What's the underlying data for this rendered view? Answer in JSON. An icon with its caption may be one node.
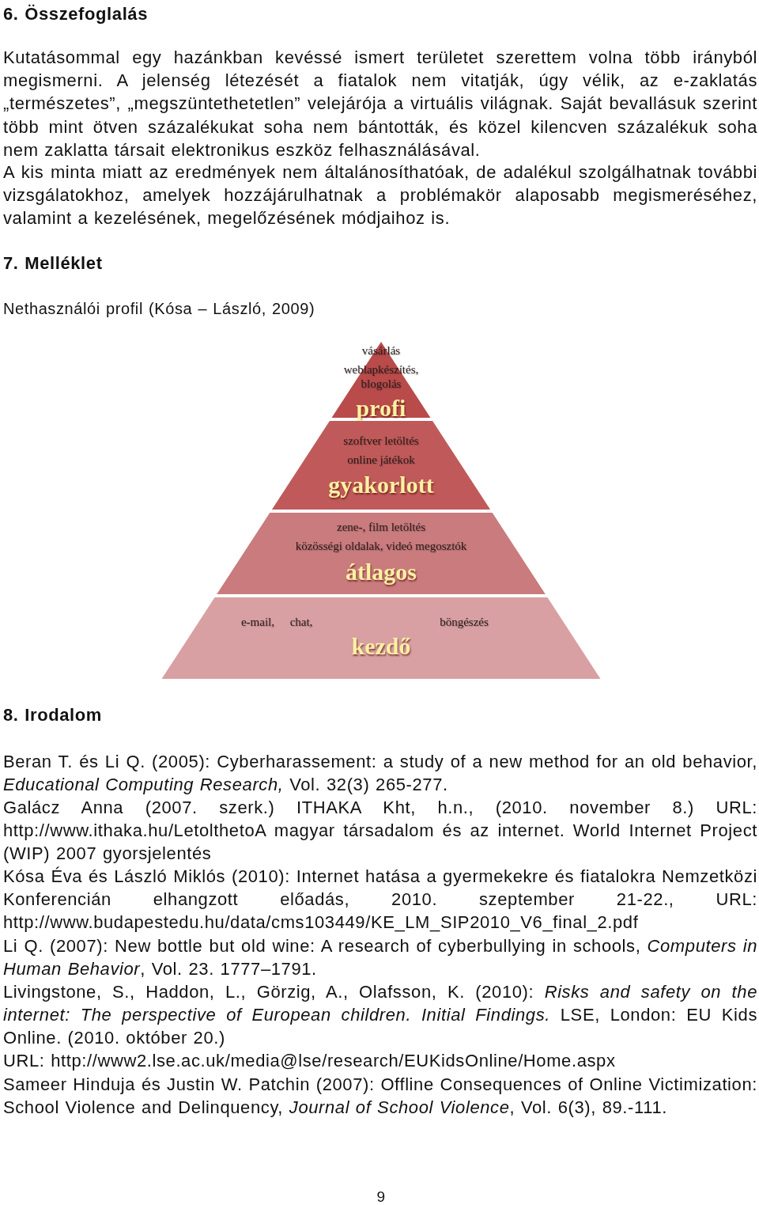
{
  "diagram": {
    "nodes": [
      {
        "text": [
          "vásárlás",
          "weblapkészítés, blogolás",
          "profi"
        ]
      },
      {
        "text": [
          "szoftver letöltés",
          "online játékok",
          "gyakorlott"
        ]
      },
      {
        "text": [
          "zene-, film letöltés",
          "közösségi oldalak, videó megosztók",
          "átlagos"
        ]
      },
      {
        "text": [
          "e-mail,",
          "chat,",
          "böngészés",
          "kezdő"
        ]
      }
    ],
    "edges": [],
    "labels": [
      "6. Összefoglalás",
      "Kutatásommal egy hazánkban kevéssé ismert területet szerettem volna több irányból megismerni. A jelenség létezését a fiatalok nem vitatják, úgy vélik, az e-zaklatás „természetes”, „megszüntethetetlen” velejárója a virtuális világnak. Saját bevallásuk szerint több mint ötven százalékukat soha nem bántották, és közel kilencven százalékuk soha nem zaklatta társait elektronikus eszköz felhasználásával.",
      "A kis minta miatt az eredmények nem általánosíthatóak, de adalékul szolgálhatnak további vizsgálatokhoz, amelyek hozzájárulhatnak a problémakör alaposabb megismeréséhez, valamint a kezelésének, megelőzésének módjaihoz is.",
      "7. Melléklet",
      "Nethasználói profil (Kósa – László, 2009)",
      "8. Irodalom",
      "Beran T. és Li Q. (2005): Cyberharassement: a study of a new method for an old behavior, *Educational Computing Research,* Vol. 32(3) 265-277.",
      "Galácz Anna (2007. szerk.) ITHAKA Kht, h.n., (2010. november 8.) URL: http://www.ithaka.hu/LetolthetoA magyar társadalom és az internet. World Internet Project (WIP) 2007 gyorsjelentés",
      "Kósa Éva és László Miklós (2010): Internet hatása a gyermekekre és fiatalokra Nemzetközi Konferencián elhangzott előadás, 2010. szeptember 21-22., URL: http://www.budapestedu.hu/data/cms103449/KE_LM_SIP2010_V6_final_2.pdf",
      "Li Q. (2007): New bottle but old wine: A research of cyberbullying in schools, *Computers in Human Behavior*, Vol. 23. 1777–1791.",
      "Livingstone, S., Haddon, L., Görzig, A., Olafsson, K. (2010): *Risks and safety on the internet: The perspective of European children. Initial Findings.* LSE, London: EU Kids Online. (2010. október 20.)",
      "URL: http://www2.lse.ac.uk/media@lse/research/EUKidsOnline/Home.aspx",
      "Sameer Hinduja és Justin W. Patchin (2007): Offline Consequences of Online Victimization: School Violence and Delinquency, *Journal of School Violence*, Vol. 6(3), 89.-111.",
      "9"
    ]
  }
}
